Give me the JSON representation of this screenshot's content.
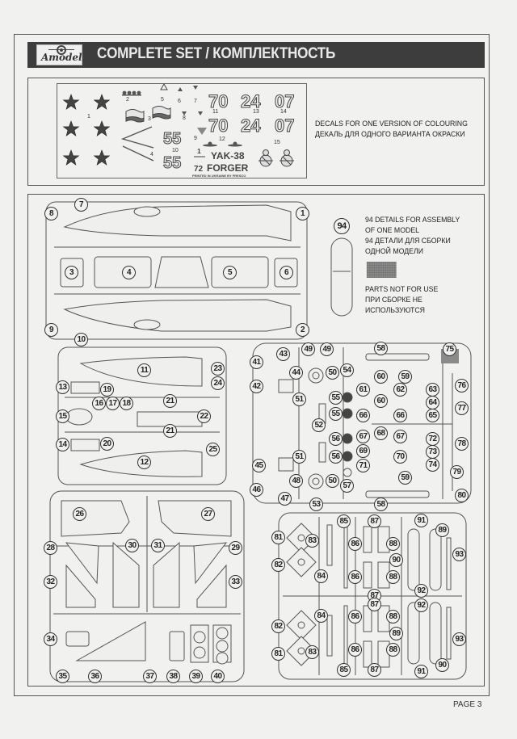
{
  "header": {
    "brand": "Amodel",
    "title": "COMPLETE SET / КОМПЛЕКТНОСТЬ"
  },
  "decals": {
    "note_en": "DECALS FOR ONE VERSION OF COLOURING",
    "note_ru": "ДЕКАЛЬ ДЛЯ ОДНОГО ВАРИАНТА ОКРАСКИ",
    "tail_numbers_row1": [
      "70",
      "24",
      "07"
    ],
    "tail_numbers_row2": [
      "70",
      "24",
      "07"
    ],
    "side_number": "55",
    "scale_top": "1",
    "scale_bottom": "72",
    "model_name": "YAK-38",
    "nato_name": "FORGER",
    "printer_credit": "PRINTED IN UKRAINE BY FRESCO",
    "decal_numbers": [
      "1",
      "2",
      "3",
      "4",
      "5",
      "6",
      "7",
      "8",
      "9",
      "10",
      "11",
      "12",
      "13",
      "14",
      "15"
    ]
  },
  "legend": {
    "badge": "94",
    "details_en_1": "94 DETAILS FOR ASSEMBLY",
    "details_en_2": "OF ONE MODEL",
    "details_ru_1": "94 ДЕТАЛИ ДЛЯ СБОРКИ",
    "details_ru_2": "ОДНОЙ МОДЕЛИ",
    "unused_en": "PARTS NOT FOR USE",
    "unused_ru_1": "ПРИ СБОРКЕ НЕ",
    "unused_ru_2": "ИСПОЛЬЗУЮТСЯ"
  },
  "sprues": {
    "fuselage_sprue": [
      "1",
      "2",
      "3",
      "4",
      "5",
      "6",
      "7",
      "8",
      "9",
      "10"
    ],
    "wing_sprue": [
      "11",
      "12",
      "13",
      "14",
      "15",
      "16",
      "17",
      "18",
      "19",
      "20",
      "21",
      "21",
      "22",
      "23",
      "24",
      "25"
    ],
    "control_surface_sprue": [
      "26",
      "27",
      "28",
      "29",
      "30",
      "31",
      "32",
      "33",
      "34",
      "35",
      "36",
      "37",
      "38",
      "39",
      "40"
    ],
    "detail_sprue": [
      "41",
      "42",
      "43",
      "44",
      "45",
      "46",
      "47",
      "48",
      "49",
      "49",
      "50",
      "50",
      "51",
      "51",
      "52",
      "53",
      "54",
      "55",
      "55",
      "56",
      "56",
      "57",
      "58",
      "58",
      "59",
      "59",
      "60",
      "60",
      "61",
      "62",
      "63",
      "64",
      "65",
      "66",
      "66",
      "67",
      "67",
      "68",
      "69",
      "70",
      "71",
      "72",
      "73",
      "74",
      "75",
      "76",
      "77",
      "78",
      "79",
      "80"
    ],
    "weapons_sprue": [
      "81",
      "82",
      "83",
      "84",
      "85",
      "86",
      "86",
      "87",
      "87",
      "88",
      "88",
      "89",
      "90",
      "91",
      "92",
      "93",
      "81",
      "82",
      "83",
      "84",
      "85",
      "86",
      "86",
      "87",
      "87",
      "88",
      "88",
      "89",
      "90",
      "91",
      "92",
      "93"
    ]
  },
  "footer": {
    "page": "PAGE 3"
  }
}
